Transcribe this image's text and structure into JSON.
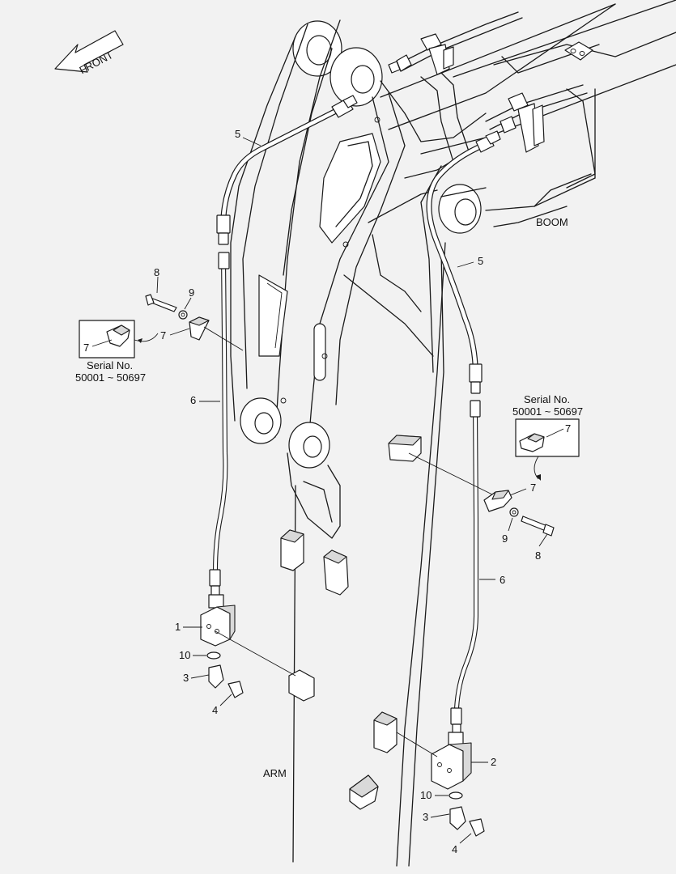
{
  "orientation": {
    "front": "FRONT"
  },
  "components": {
    "boom": "BOOM",
    "arm": "ARM"
  },
  "inset_left": {
    "serial_title": "Serial No.",
    "serial_range": "50001 ~ 50697",
    "part": "7"
  },
  "inset_right": {
    "serial_title": "Serial No.",
    "serial_range": "50001 ~ 50697",
    "part": "7"
  },
  "callouts": {
    "left_hose_5": "5",
    "right_hose_5": "5",
    "left_bolt_8": "8",
    "left_washer_9": "9",
    "left_clamp_7": "7",
    "left_pipe_6": "6",
    "left_block_1": "1",
    "left_oring_10": "10",
    "left_adapter_3": "3",
    "left_elbow_4": "4",
    "right_clamp_7": "7",
    "right_washer_9": "9",
    "right_bolt_8": "8",
    "right_pipe_6": "6",
    "right_block_2": "2",
    "right_oring_10": "10",
    "right_adapter_3": "3",
    "right_elbow_4": "4"
  }
}
